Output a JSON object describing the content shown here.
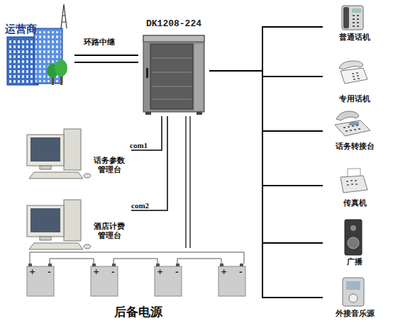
{
  "diagram": {
    "nodes": [
      {
        "text": [
          "运营商"
        ]
      },
      {
        "text": [
          "DK1208-224"
        ]
      },
      {
        "text": [
          "话务参数 管理台"
        ]
      },
      {
        "text": [
          "酒店计费 管理台"
        ]
      },
      {
        "text": [
          "后备电源"
        ]
      },
      {
        "text": [
          "普通话机"
        ]
      },
      {
        "text": [
          "专用话机"
        ]
      },
      {
        "text": [
          "话务转接台"
        ]
      },
      {
        "text": [
          "传真机"
        ]
      },
      {
        "text": [
          "广播"
        ]
      },
      {
        "text": [
          "外接音乐源"
        ]
      }
    ],
    "edges": [
      {
        "from": 0,
        "to": 1,
        "label": "环路中继",
        "arrow": "none"
      },
      {
        "from": 1,
        "to": 2,
        "label": "com1",
        "arrow": "none"
      },
      {
        "from": 1,
        "to": 3,
        "label": "com2",
        "arrow": "none"
      },
      {
        "from": 1,
        "to": 4,
        "arrow": "none"
      },
      {
        "from": 1,
        "to": 5,
        "arrow": "none"
      },
      {
        "from": 1,
        "to": 6,
        "arrow": "none"
      },
      {
        "from": 1,
        "to": 7,
        "arrow": "none"
      },
      {
        "from": 1,
        "to": 8,
        "arrow": "none"
      },
      {
        "from": 1,
        "to": 9,
        "arrow": "none"
      },
      {
        "from": 1,
        "to": 10,
        "arrow": "none"
      }
    ],
    "labels": [
      "+",
      "-",
      "+",
      "-",
      "+",
      "-",
      "+",
      "-"
    ]
  }
}
